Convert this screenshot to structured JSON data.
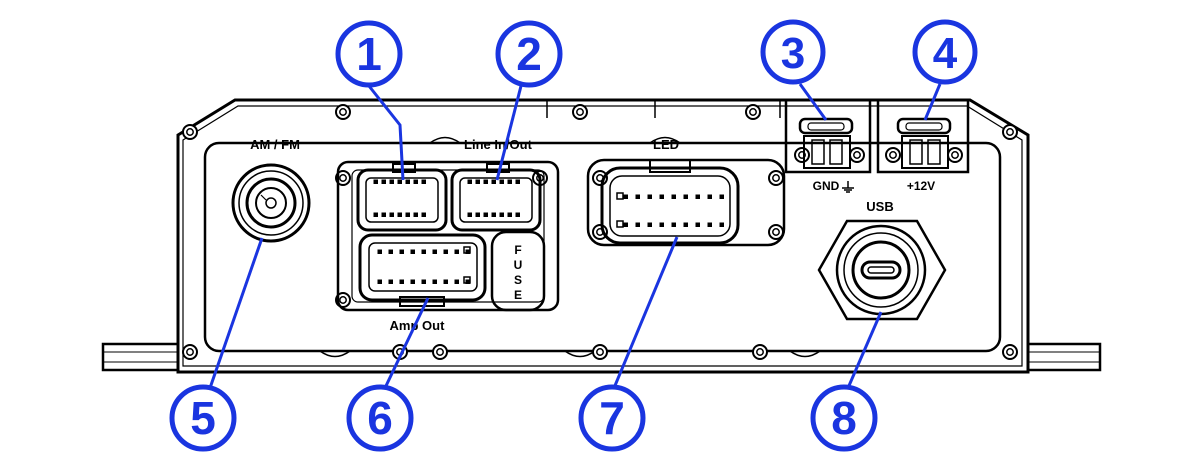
{
  "colors": {
    "line": "#000000",
    "callout": "#1a35e0",
    "callout_fill": "#ffffff",
    "background": "#ffffff"
  },
  "labels": {
    "am_fm": "AM / FM",
    "line_in_out": "Line In/Out",
    "led": "LED",
    "gnd": "GND",
    "plus_12v": "+12V",
    "usb": "USB",
    "amp_out": "Amp Out",
    "fuse": [
      "F",
      "U",
      "S",
      "E"
    ]
  },
  "callouts": [
    {
      "number": "1",
      "target": "line-in-out-connector-left"
    },
    {
      "number": "2",
      "target": "line-in-out-connector-right"
    },
    {
      "number": "3",
      "target": "ground-terminal"
    },
    {
      "number": "4",
      "target": "power-terminal"
    },
    {
      "number": "5",
      "target": "am-fm-antenna-connector"
    },
    {
      "number": "6",
      "target": "amp-out-connector"
    },
    {
      "number": "7",
      "target": "led-connector"
    },
    {
      "number": "8",
      "target": "usb-port"
    }
  ],
  "icons": {
    "ground": "ground-symbol-icon",
    "screw": "screw-icon"
  }
}
